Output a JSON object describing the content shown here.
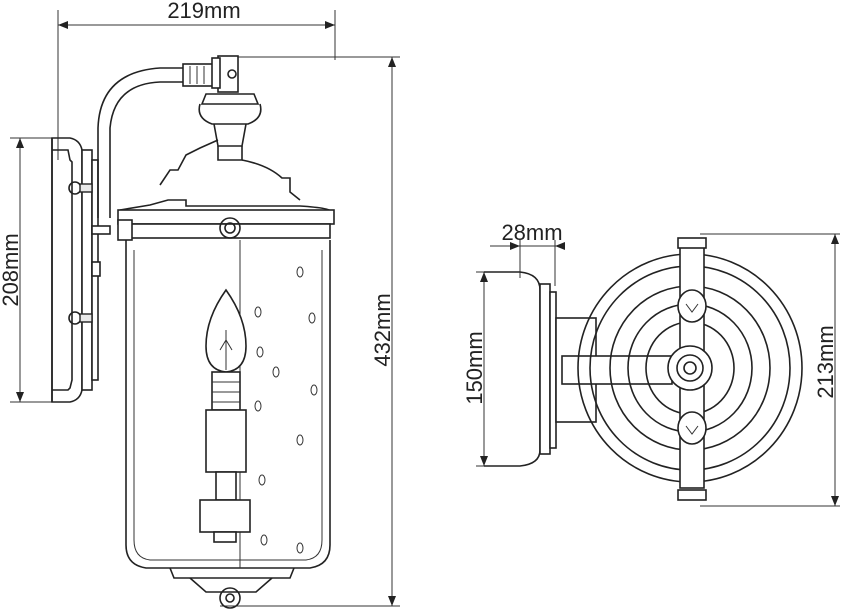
{
  "dimensions": {
    "top_width": "219mm",
    "backplate_height": "208mm",
    "overall_height": "432mm",
    "projection": "28mm",
    "side_height": "150mm",
    "side_overall_height": "213mm"
  }
}
